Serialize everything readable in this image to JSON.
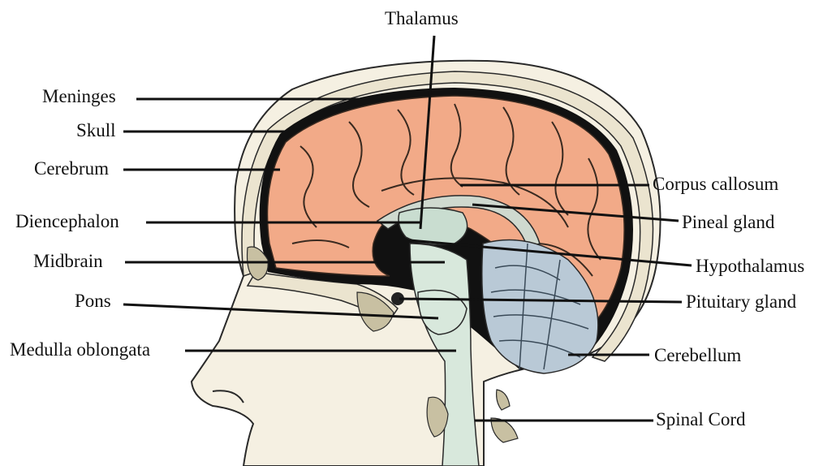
{
  "labels": {
    "thalamus": "Thalamus",
    "meninges": "Meninges",
    "skull": "Skull",
    "cerebrum": "Cerebrum",
    "diencephalon": "Diencephalon",
    "midbrain": "Midbrain",
    "pons": "Pons",
    "medulla": "Medulla oblongata",
    "corpus_callosum": "Corpus callosum",
    "pineal": "Pineal gland",
    "hypothalamus": "Hypothalamus",
    "pituitary": "Pituitary gland",
    "cerebellum": "Cerebellum",
    "spinal_cord": "Spinal Cord"
  },
  "colors": {
    "skin": "#f5f0e2",
    "skull": "#ebe4cf",
    "meninges": "#111111",
    "cerebrum": "#f2aa88",
    "brainstem": "#d8e8dc",
    "cerebellum": "#b9c9d6",
    "bone": "#c8c0a2",
    "leader": "#111111"
  }
}
